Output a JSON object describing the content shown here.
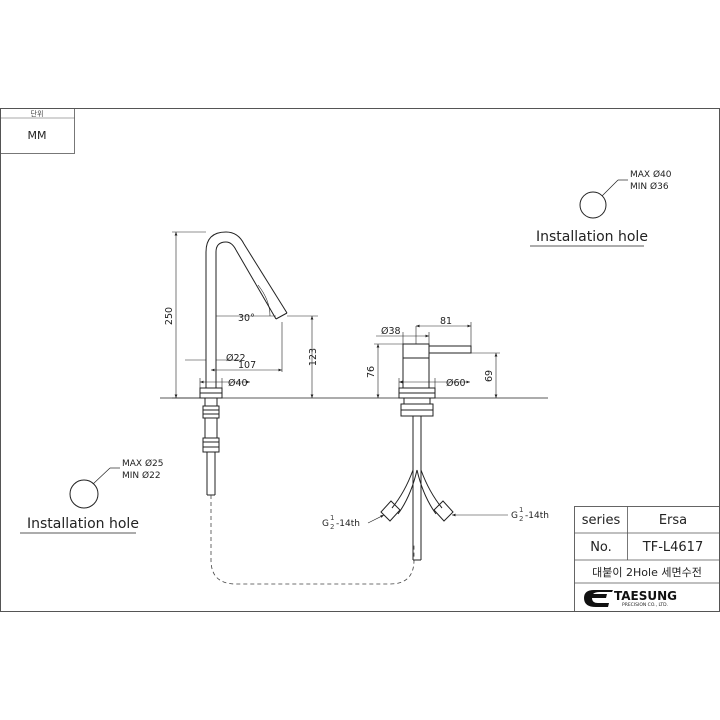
{
  "unit_box": {
    "header": "단위",
    "value": "MM"
  },
  "install_hole_right": {
    "max": "MAX Ø40",
    "min": "MIN Ø36",
    "label": "Installation hole"
  },
  "install_hole_left": {
    "max": "MAX Ø25",
    "min": "MIN Ø22",
    "label": "Installation hole"
  },
  "spout_dims": {
    "height": "250",
    "angle": "30°",
    "diameter": "Ø22",
    "reach": "107",
    "outlet_height": "123",
    "base": "Ø40"
  },
  "handle_dims": {
    "lever_dia": "Ø38",
    "lever_reach": "81",
    "height_left": "76",
    "base": "Ø60",
    "height_right": "69"
  },
  "thread_left": {
    "prefix": "G",
    "num": "1",
    "den": "2",
    "suffix": "-14th"
  },
  "thread_right": {
    "prefix": "G",
    "num": "1",
    "den": "2",
    "suffix": "-14th"
  },
  "title_block": {
    "series_label": "series",
    "series_value": "Ersa",
    "no_label": "No.",
    "no_value": "TF-L4617",
    "description": "대붙이 2Hole 세면수전",
    "company": "TAESUNG",
    "company_sub": "PRECISION CO., LTD."
  }
}
